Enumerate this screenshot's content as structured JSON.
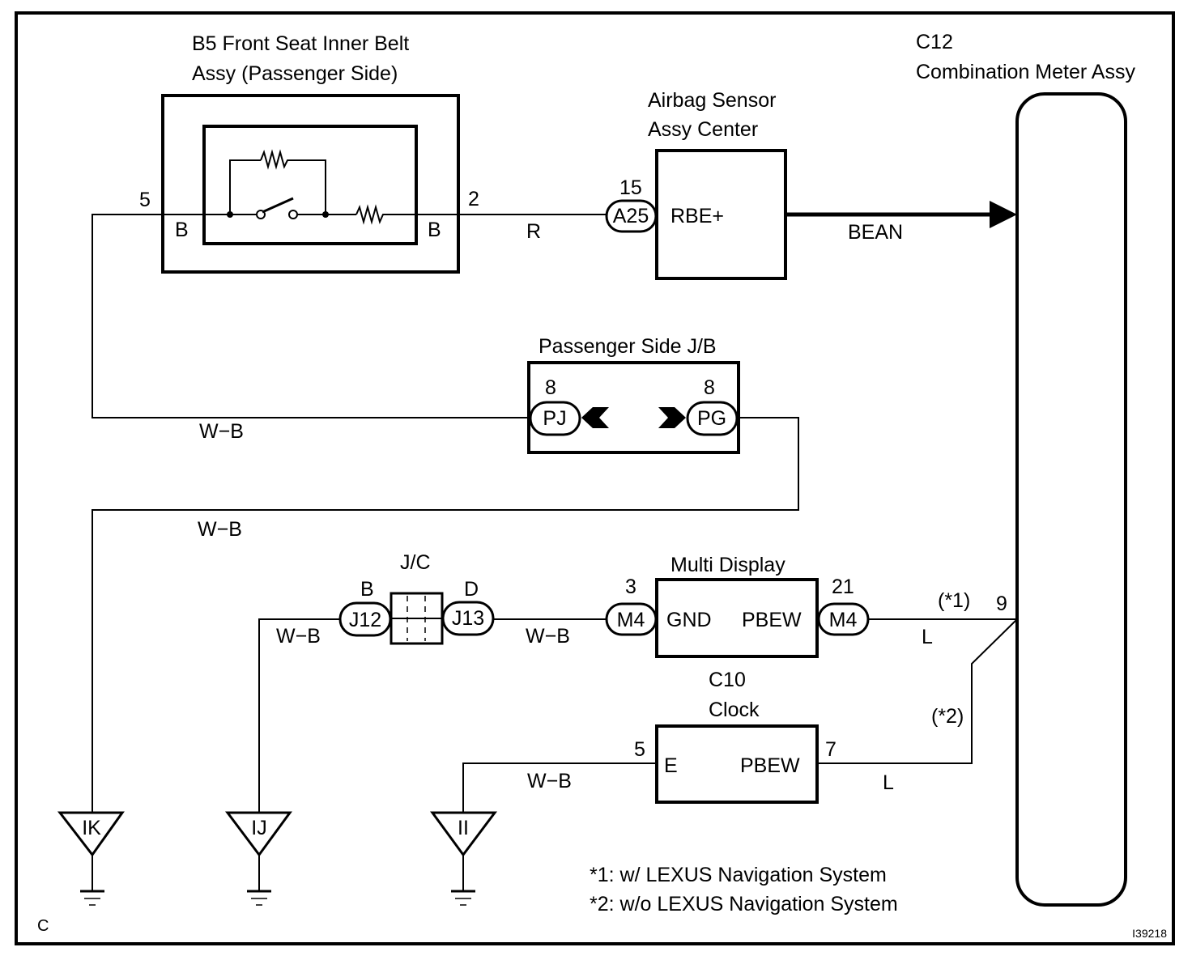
{
  "diagram": {
    "corner_label": "C",
    "figure_id": "I39218",
    "components": {
      "belt": {
        "title_line1": "B5 Front Seat Inner Belt",
        "title_line2": "Assy (Passenger Side)",
        "pin_left": "5",
        "pin_right": "2",
        "term_left": "B",
        "term_right": "B"
      },
      "airbag": {
        "title_line1": "Airbag Sensor",
        "title_line2": "Assy Center",
        "connector": "A25",
        "pin": "15",
        "terminal": "RBE+"
      },
      "meter": {
        "title_line1": "C12",
        "title_line2": "Combination Meter Assy",
        "pin": "9"
      },
      "jb": {
        "title": "Passenger Side J/B",
        "conn_left": "PJ",
        "conn_right": "PG",
        "pin_left": "8",
        "pin_right": "8"
      },
      "jc": {
        "title": "J/C",
        "conn_left": "J12",
        "conn_right": "J13",
        "pin_left": "B",
        "pin_right": "D"
      },
      "multi_display": {
        "title": "Multi Display",
        "conn_left": "M4",
        "conn_right": "M4",
        "pin_left": "3",
        "pin_right": "21",
        "term_left": "GND",
        "term_right": "PBEW"
      },
      "clock": {
        "title_line1": "C10",
        "title_line2": "Clock",
        "pin_left": "5",
        "pin_right": "7",
        "term_left": "E",
        "term_right": "PBEW"
      }
    },
    "wires": {
      "belt_to_airbag": "R",
      "bean_bus": "BEAN",
      "belt_to_jb": "W−B",
      "jb_to_ik": "W−B",
      "ij_to_jc": "W−B",
      "jc_to_md": "W−B",
      "md_to_meter": "L",
      "ii_to_clock": "W−B",
      "clock_to_meter": "L"
    },
    "variants": {
      "v1_tag": "(*1)",
      "v2_tag": "(*2)"
    },
    "grounds": [
      "IK",
      "IJ",
      "II"
    ],
    "notes": [
      "*1: w/ LEXUS Navigation System",
      "*2: w/o LEXUS Navigation System"
    ]
  }
}
